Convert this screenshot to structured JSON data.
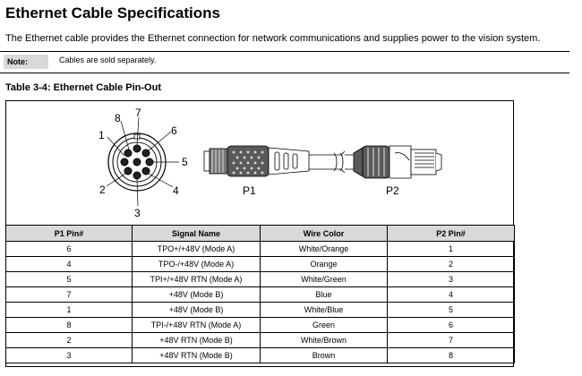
{
  "document": {
    "title": "Ethernet Cable Specifications",
    "intro": "The Ethernet cable provides the Ethernet connection for network communications and supplies power to the vision system.",
    "note": {
      "label": "Note:",
      "text": "Cables are sold separately."
    },
    "table_caption": "Table 3-4: Ethernet Cable Pin-Out"
  },
  "diagram": {
    "pin_labels": [
      "1",
      "2",
      "3",
      "4",
      "5",
      "6",
      "7",
      "8"
    ],
    "p1_label": "P1",
    "p2_label": "P2"
  },
  "table": {
    "headers": [
      "P1 Pin#",
      "Signal Name",
      "Wire Color",
      "P2 Pin#"
    ],
    "rows": [
      [
        "6",
        "TPO+/+48V (Mode A)",
        "White/Orange",
        "1"
      ],
      [
        "4",
        "TPO-/+48V (Mode A)",
        "Orange",
        "2"
      ],
      [
        "5",
        "TPI+/+48V RTN (Mode A)",
        "White/Green",
        "3"
      ],
      [
        "7",
        "+48V (Mode B)",
        "Blue",
        "4"
      ],
      [
        "1",
        "+48V (Mode B)",
        "White/Blue",
        "5"
      ],
      [
        "8",
        "TPI-/+48V RTN (Mode A)",
        "Green",
        "6"
      ],
      [
        "2",
        "+48V RTN (Mode B)",
        "White/Brown",
        "7"
      ],
      [
        "3",
        "+48V RTN (Mode B)",
        "Brown",
        "8"
      ]
    ]
  },
  "colors": {
    "header_fill": "#d9d9d9",
    "text": "#000000"
  }
}
